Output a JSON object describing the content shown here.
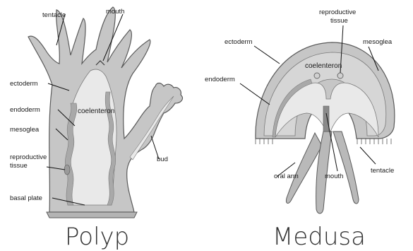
{
  "titles": {
    "polyp": "Polyp",
    "medusa": "Medusa"
  },
  "polyp_labels": {
    "tentacle": "tentacle",
    "mouth": "mouth",
    "ectoderm": "ectoderm",
    "endoderm": "endoderm",
    "coelenteron": "coelenteron",
    "mesoglea": "mesoglea",
    "reproductive_line1": "reproductive",
    "reproductive_line2": "tissue",
    "bud": "bud",
    "basal_plate": "basal plate"
  },
  "medusa_labels": {
    "reproductive_line1": "reproductive",
    "reproductive_line2": "tissue",
    "ectoderm": "ectoderm",
    "mesoglea": "mesoglea",
    "coelenteron": "coelenteron",
    "endoderm": "endoderm",
    "oral_arm": "oral arm",
    "mouth": "mouth",
    "tentacle": "tentacle"
  },
  "colors": {
    "outer_body": "#c6c6c6",
    "inner_cavity": "#e9e9e9",
    "endoderm_band": "#a9a9a9",
    "stroke": "#5a5a5a"
  }
}
